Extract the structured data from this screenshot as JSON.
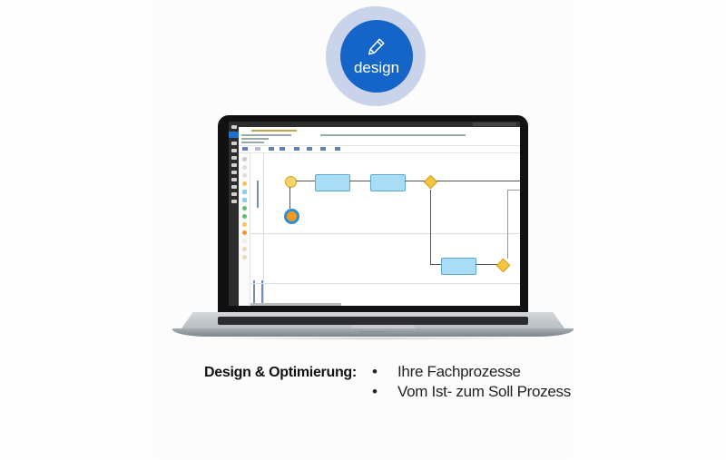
{
  "badge": {
    "icon": "pencil-icon",
    "label": "design",
    "colors": {
      "inner": "#1565c8",
      "outer": "#c9d3ea"
    }
  },
  "laptop": {
    "screen": {
      "app": "BPMN process modeler",
      "left_nav_icons": [
        "pencil-icon",
        "list-icon",
        "card-icon",
        "search-icon",
        "grid-icon",
        "keyboard-icon",
        "gear-icon",
        "document-icon",
        "filter-icon",
        "world-icon"
      ],
      "toolbar_icons": [
        "folder-icon",
        "save-icon",
        "undo-icon",
        "redo-icon",
        "print-icon",
        "export-icon",
        "chart-icon",
        "shield-icon"
      ],
      "diagram": {
        "lanes": 2,
        "elements": [
          "start-event",
          "task",
          "task",
          "exclusive-gateway",
          "end-event",
          "task",
          "exclusive-gateway"
        ]
      }
    }
  },
  "content": {
    "heading": "Design & Optimierung:",
    "bullet_char": "•",
    "bullets": [
      "Ihre Fachprozesse",
      "Vom Ist- zum Soll Prozess"
    ]
  }
}
